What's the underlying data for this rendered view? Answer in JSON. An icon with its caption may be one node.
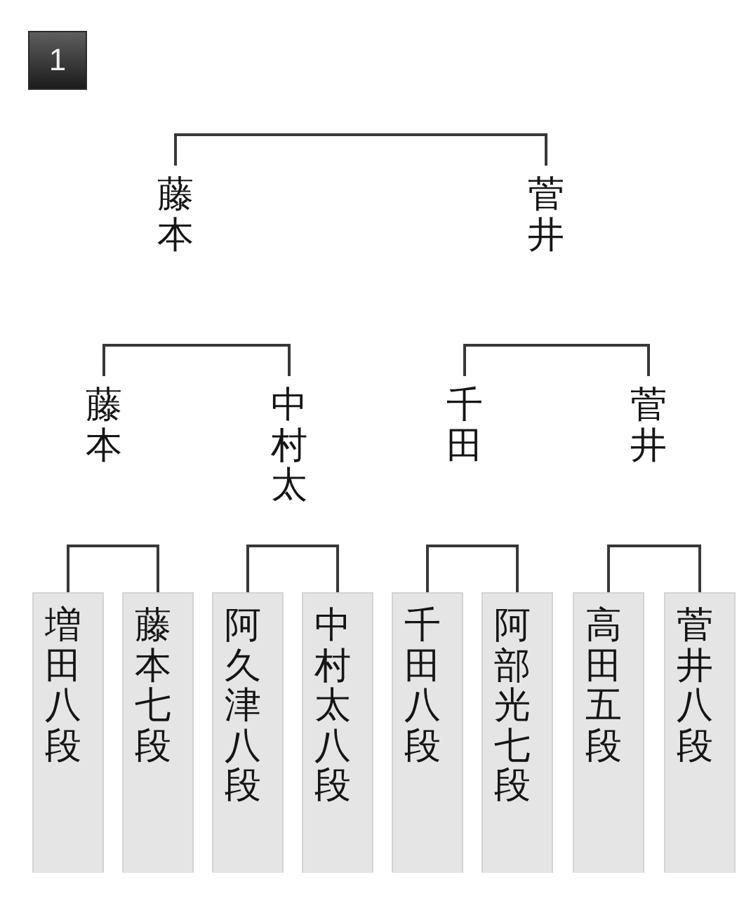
{
  "diagram": {
    "nodes": [
      {
        "text": [
          "藤本"
        ]
      },
      {
        "text": [
          "菅井"
        ]
      },
      {
        "text": [
          "藤本"
        ]
      },
      {
        "text": [
          "中村太"
        ]
      },
      {
        "text": [
          "千田"
        ]
      },
      {
        "text": [
          "菅井"
        ]
      },
      {
        "text": [
          "増田八段"
        ]
      },
      {
        "text": [
          "藤本七段"
        ]
      },
      {
        "text": [
          "阿久津八段"
        ]
      },
      {
        "text": [
          "中村太八段"
        ]
      },
      {
        "text": [
          "千田八段"
        ]
      },
      {
        "text": [
          "阿部光七段"
        ]
      },
      {
        "text": [
          "高田五段"
        ]
      },
      {
        "text": [
          "菅井八段"
        ]
      }
    ],
    "edges": [
      {
        "from": 0,
        "to": 1,
        "arrow": "none"
      },
      {
        "from": 2,
        "to": 3,
        "arrow": "none"
      },
      {
        "from": 4,
        "to": 5,
        "arrow": "none"
      },
      {
        "from": 6,
        "to": 7,
        "arrow": "none"
      },
      {
        "from": 8,
        "to": 9,
        "arrow": "none"
      },
      {
        "from": 10,
        "to": 11,
        "arrow": "none"
      },
      {
        "from": 12,
        "to": 13,
        "arrow": "none"
      }
    ],
    "labels": [
      "1"
    ]
  }
}
